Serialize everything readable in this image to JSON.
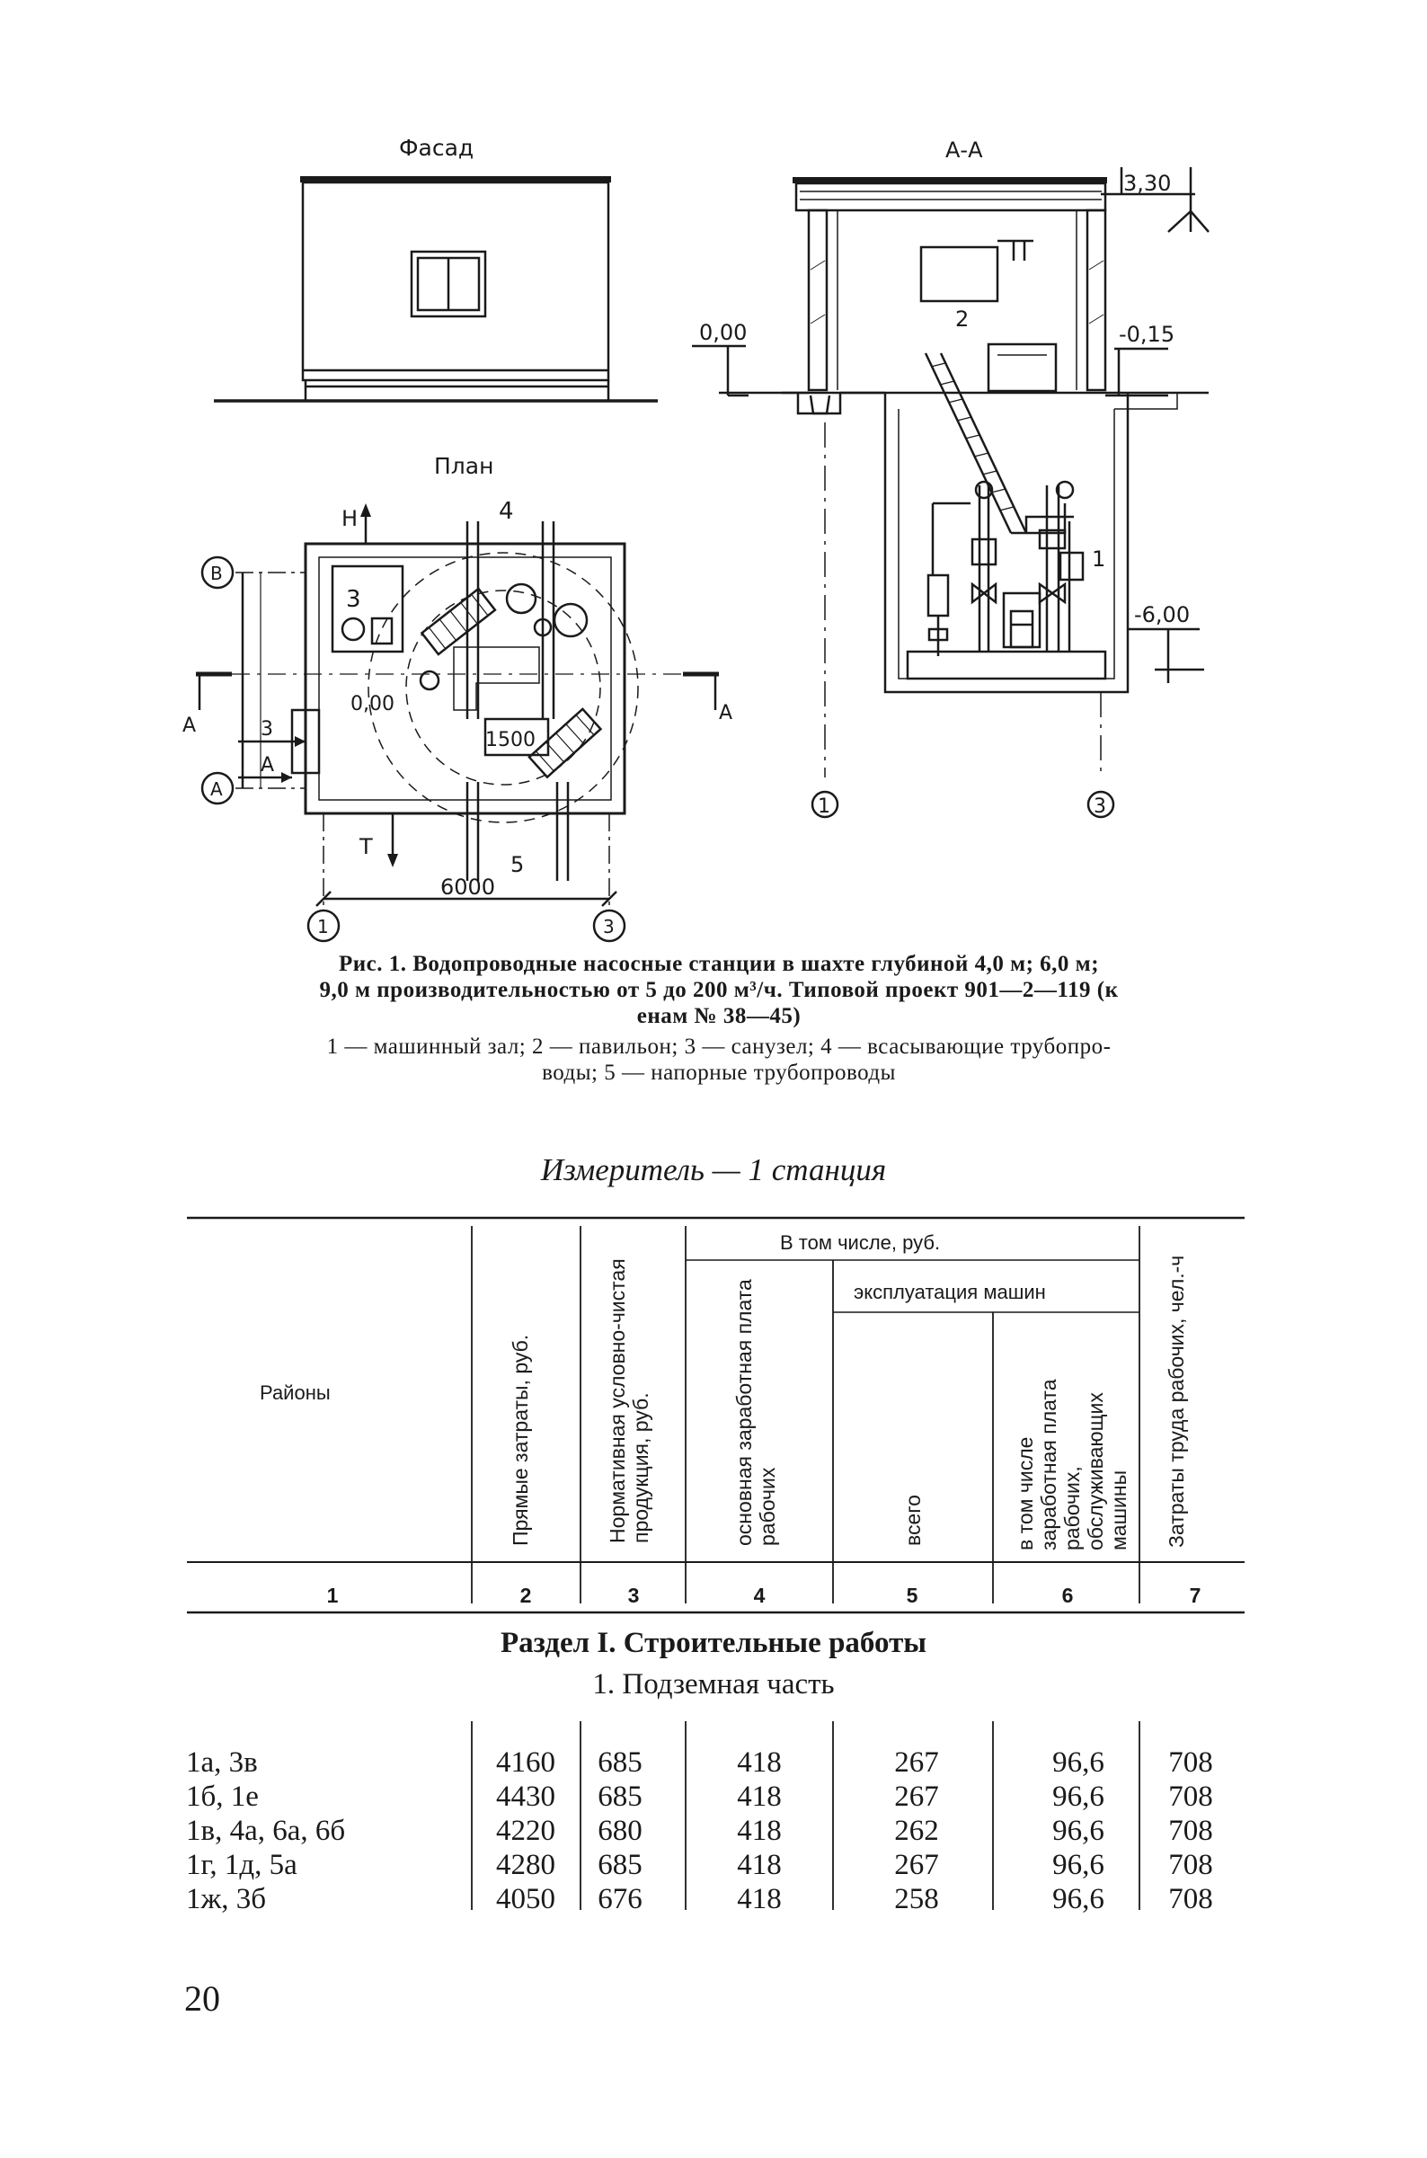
{
  "figure": {
    "labels": {
      "facade": "Фасад",
      "section": "А-А",
      "plan": "План",
      "el_top": "3,30",
      "el_zero": "0,00",
      "el_minus015": "-0,15",
      "el_minus600": "-6,00",
      "plan_zero": "0,00",
      "dim_1500": "1500",
      "dim_6000": "6000",
      "axis_1": "1",
      "axis_3": "3",
      "axis_A": "А",
      "axis_B": "В",
      "n1": "1",
      "n2": "2",
      "n3": "3",
      "n4": "4",
      "n5": "5",
      "flow_H": "Н",
      "flow_T": "Т",
      "cut_A": "А"
    }
  },
  "caption": {
    "title_line1": "Рис. 1. Водопроводные насосные станции в шахте глубиной 4,0 м; 6,0 м;",
    "title_line2": "9,0 м производительностью от 5 до 200 м³/ч. Типовой проект 901—2—119 (к",
    "title_line3": "енам № 38—45)",
    "legend_line1": "1 — машинный зал; 2 — павильон; 3 — санузел; 4 — всасывающие трубопро-",
    "legend_line2": "воды; 5 — напорные трубопроводы"
  },
  "measure": "Измеритель — 1 станция",
  "table": {
    "headers": {
      "regions": "Районы",
      "direct": "Прямые затраты, руб.",
      "normative": "Нормативная условно-чистая продукция, руб.",
      "incl": "В том числе, руб.",
      "wages": "основная заработная плата рабочих",
      "machines": "эксплуатация машин",
      "total": "всего",
      "machine_wages": "в том числе заработная плата рабочих, обслуживающих машины",
      "labor": "Затраты труда рабочих, чел.-ч"
    },
    "col_numbers": [
      "1",
      "2",
      "3",
      "4",
      "5",
      "6",
      "7"
    ],
    "section_title": "Раздел I. Строительные работы",
    "subsection_title": "1. Подземная часть",
    "rows": [
      {
        "region": "1а, 3в",
        "c2": "4160",
        "c3": "685",
        "c4": "418",
        "c5": "267",
        "c6": "96,6",
        "c7": "708"
      },
      {
        "region": "1б, 1е",
        "c2": "4430",
        "c3": "685",
        "c4": "418",
        "c5": "267",
        "c6": "96,6",
        "c7": "708"
      },
      {
        "region": "1в, 4а, 6а, 6б",
        "c2": "4220",
        "c3": "680",
        "c4": "418",
        "c5": "262",
        "c6": "96,6",
        "c7": "708"
      },
      {
        "region": "1г, 1д, 5а",
        "c2": "4280",
        "c3": "685",
        "c4": "418",
        "c5": "267",
        "c6": "96,6",
        "c7": "708"
      },
      {
        "region": "1ж, 3б",
        "c2": "4050",
        "c3": "676",
        "c4": "418",
        "c5": "258",
        "c6": "96,6",
        "c7": "708"
      }
    ]
  },
  "page_number": "20"
}
